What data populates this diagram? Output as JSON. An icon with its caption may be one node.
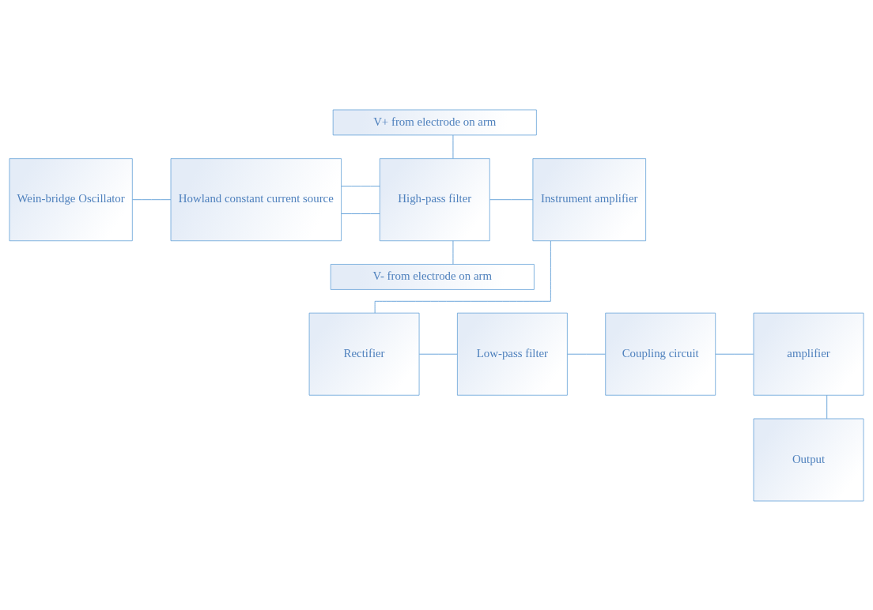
{
  "diagram": {
    "nodes": [
      {
        "text": [
          "V+ from electrode on arm"
        ]
      },
      {
        "text": [
          "Wein-bridge Oscillator"
        ]
      },
      {
        "text": [
          "Howland constant current source"
        ]
      },
      {
        "text": [
          "High-pass filter"
        ]
      },
      {
        "text": [
          "Instrument amplifier"
        ]
      },
      {
        "text": [
          "V- from electrode on arm"
        ]
      },
      {
        "text": [
          "amplifier"
        ]
      },
      {
        "text": [
          "Coupling circuit"
        ]
      },
      {
        "text": [
          "Low-pass filter"
        ]
      },
      {
        "text": [
          "Rectifier"
        ]
      },
      {
        "text": [
          "Output"
        ]
      }
    ],
    "edges": [
      {
        "from": 1,
        "to": 2,
        "arrow": "none"
      },
      {
        "from": 2,
        "to": 3,
        "arrow": "none"
      },
      {
        "from": 0,
        "to": 3,
        "arrow": "none"
      },
      {
        "from": 2,
        "to": 3,
        "arrow": "none"
      },
      {
        "from": 5,
        "to": 3,
        "arrow": "none"
      },
      {
        "from": 3,
        "to": 4,
        "arrow": "none"
      },
      {
        "from": 4,
        "to": 9,
        "arrow": "none"
      },
      {
        "from": 9,
        "to": 8,
        "arrow": "none"
      },
      {
        "from": 8,
        "to": 7,
        "arrow": "none"
      },
      {
        "from": 7,
        "to": 6,
        "arrow": "none"
      },
      {
        "from": 6,
        "to": 10,
        "arrow": "none"
      }
    ]
  }
}
